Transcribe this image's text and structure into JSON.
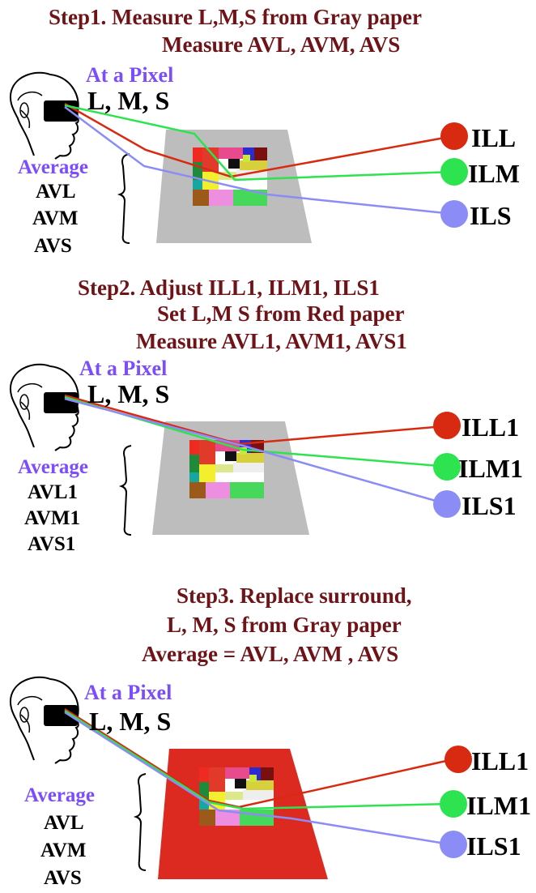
{
  "colors": {
    "title": "#6e1418",
    "label_purple": "#7b4dff",
    "red_light": "#d72a10",
    "green_light": "#2de34f",
    "blue_light": "#8b8cf5",
    "gray_surround": "#bdbdbd",
    "red_surround": "#dd2a20"
  },
  "icons": [
    "head-profile-icon",
    "bracket-icon",
    "light-source-icon",
    "color-chart-icon"
  ],
  "step1": {
    "title_line1": "Step1. Measure L,M,S from Gray paper",
    "title_line2": "Measure AVL, AVM, AVS",
    "pixel_label": "At a Pixel",
    "lms_label": "L, M, S",
    "average_label": "Average",
    "avg_values": [
      "AVL",
      "AVM",
      "AVS"
    ],
    "illuminants": [
      "ILL",
      "ILM",
      "ILS"
    ]
  },
  "step2": {
    "title_line1": "Step2. Adjust ILL1, ILM1, ILS1",
    "title_line2": "Set L,M S from Red paper",
    "title_line3": "Measure AVL1, AVM1, AVS1",
    "pixel_label": "At a Pixel",
    "lms_label": "L, M, S",
    "average_label": "Average",
    "avg_values": [
      "AVL1",
      "AVM1",
      "AVS1"
    ],
    "illuminants": [
      "ILL1",
      "ILM1",
      "ILS1"
    ]
  },
  "step3": {
    "title_line1": "Step3. Replace surround,",
    "title_line2": "L, M, S from Gray paper",
    "title_line3": "Average = AVL, AVM , AVS",
    "pixel_label": "At a Pixel",
    "lms_label": "L, M, S",
    "average_label": "Average",
    "avg_values": [
      "AVL",
      "AVM",
      "AVS"
    ],
    "illuminants": [
      "ILL1",
      "ILM1",
      "ILS1"
    ]
  }
}
